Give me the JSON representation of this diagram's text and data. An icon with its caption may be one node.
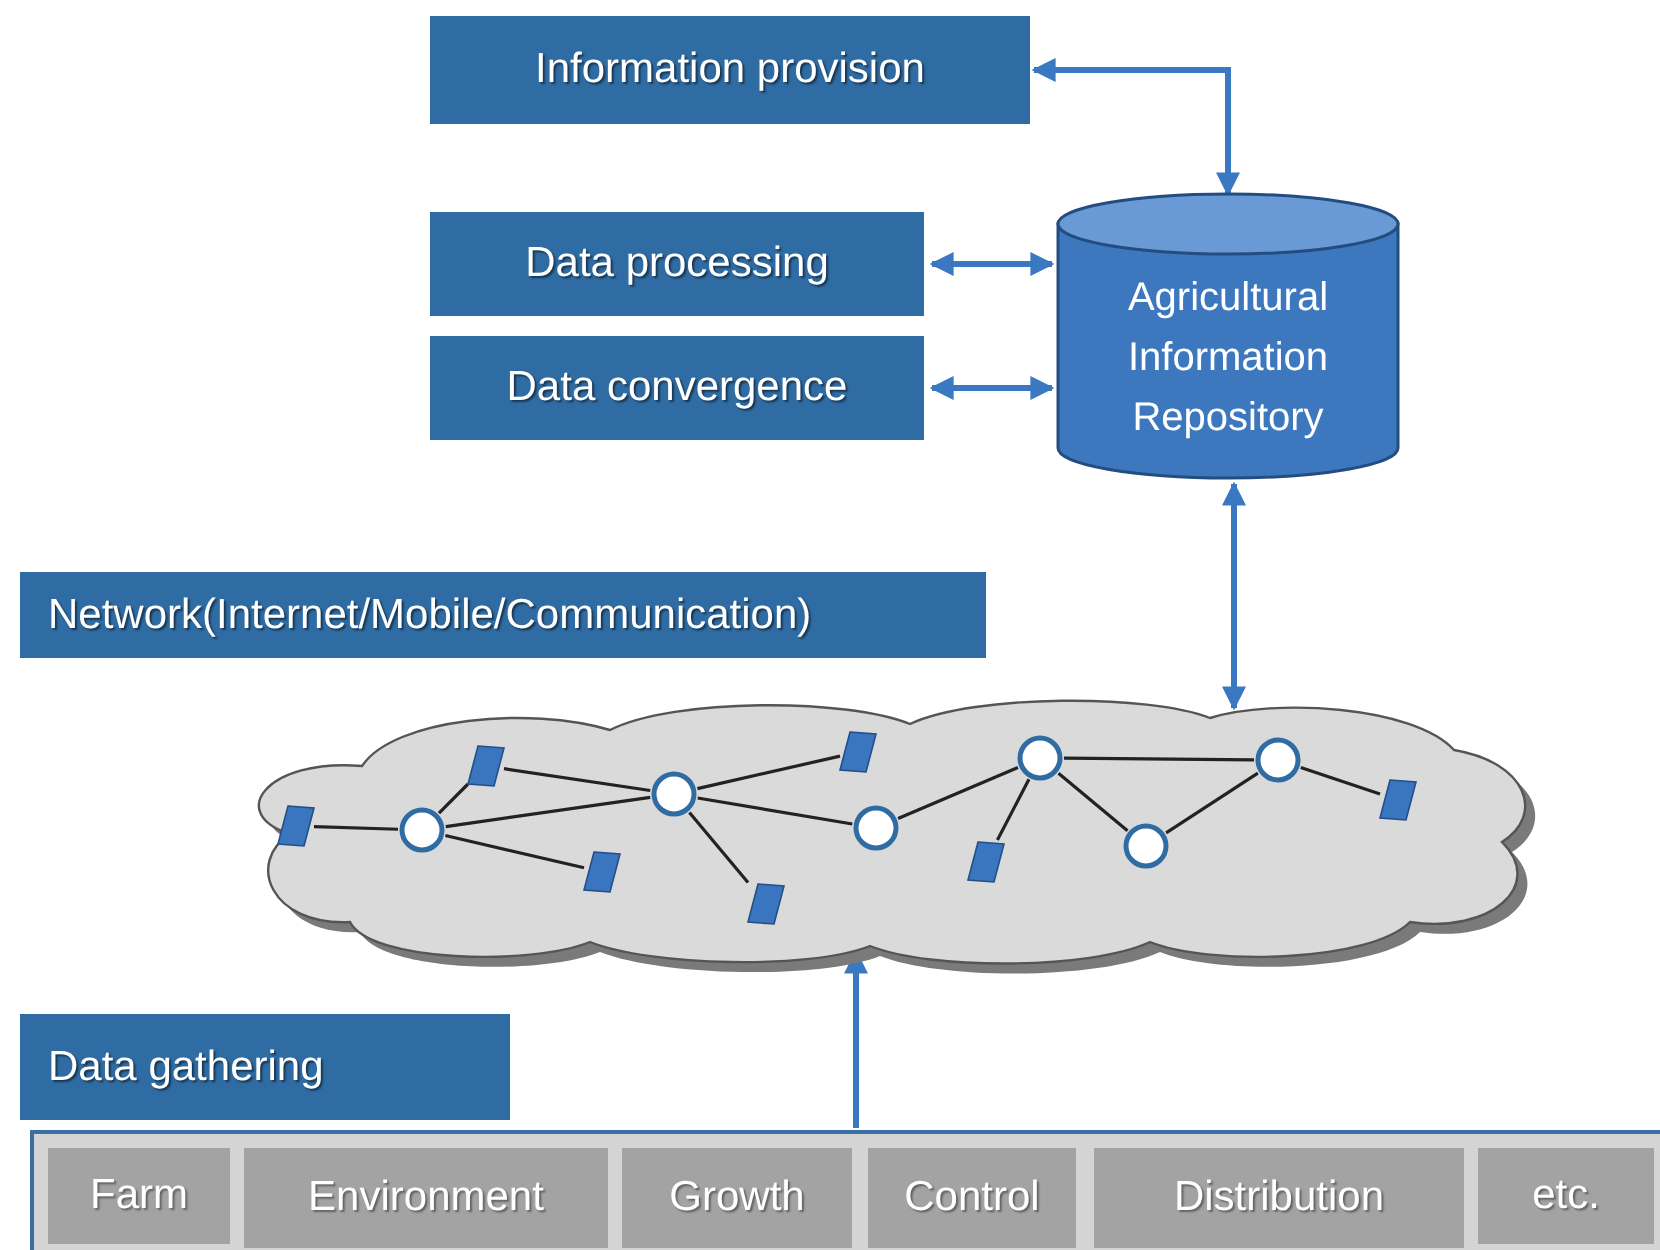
{
  "diagram": {
    "nodes": [
      {
        "text": [
          "Information provision"
        ]
      },
      {
        "text": [
          "Data processing"
        ]
      },
      {
        "text": [
          "Data convergence"
        ]
      },
      {
        "text": [
          "Agricultural Information Repository"
        ]
      },
      {
        "text": [
          "Network(Internet/Mobile/Communication)"
        ]
      },
      {
        "text": [],
        "shape": "cloud"
      },
      {
        "text": [],
        "shape": "box",
        "in": 5
      },
      {
        "text": [],
        "shape": "circle",
        "in": 5
      },
      {
        "text": [],
        "shape": "box",
        "in": 5
      },
      {
        "text": [],
        "shape": "box",
        "in": 5
      },
      {
        "text": [],
        "shape": "circle",
        "in": 5
      },
      {
        "text": [],
        "shape": "box",
        "in": 5
      },
      {
        "text": [],
        "shape": "box",
        "in": 5
      },
      {
        "text": [],
        "shape": "circle",
        "in": 5
      },
      {
        "text": [],
        "shape": "box",
        "in": 5
      },
      {
        "text": [],
        "shape": "circle",
        "in": 5
      },
      {
        "text": [],
        "shape": "circle",
        "in": 5
      },
      {
        "text": [],
        "shape": "circle",
        "in": 5
      },
      {
        "text": [],
        "shape": "box",
        "in": 5
      },
      {
        "text": [
          "Data gathering"
        ]
      },
      {
        "text": [],
        "shape": "box"
      },
      {
        "text": [
          "Farm"
        ],
        "in": 20
      },
      {
        "text": [
          "Environment"
        ],
        "in": 20
      },
      {
        "text": [
          "Growth"
        ],
        "in": 20
      },
      {
        "text": [
          "Control"
        ],
        "in": 20
      },
      {
        "text": [
          "Distribution"
        ],
        "in": 20
      },
      {
        "text": [
          "etc."
        ],
        "in": 20
      }
    ],
    "edges": [
      {
        "from": 0,
        "to": 3,
        "arrow": "both",
        "color": "#3a78c2"
      },
      {
        "from": 1,
        "to": 3,
        "arrow": "both",
        "color": "#3a78c2"
      },
      {
        "from": 2,
        "to": 3,
        "arrow": "both",
        "color": "#3a78c2"
      },
      {
        "from": 3,
        "to": 5,
        "arrow": "both",
        "color": "#3a78c2"
      },
      {
        "from": 20,
        "to": 5,
        "arrow": "to",
        "color": "#3a78c2"
      },
      {
        "from": 6,
        "to": 7,
        "arrow": "none"
      },
      {
        "from": 7,
        "to": 8,
        "arrow": "none"
      },
      {
        "from": 7,
        "to": 10,
        "arrow": "none"
      },
      {
        "from": 7,
        "to": 9,
        "arrow": "none"
      },
      {
        "from": 8,
        "to": 10,
        "arrow": "none"
      },
      {
        "from": 10,
        "to": 12,
        "arrow": "none"
      },
      {
        "from": 10,
        "to": 11,
        "arrow": "none"
      },
      {
        "from": 10,
        "to": 13,
        "arrow": "none"
      },
      {
        "from": 13,
        "to": 15,
        "arrow": "none"
      },
      {
        "from": 15,
        "to": 14,
        "arrow": "none"
      },
      {
        "from": 15,
        "to": 16,
        "arrow": "none"
      },
      {
        "from": 15,
        "to": 17,
        "arrow": "none"
      },
      {
        "from": 16,
        "to": 17,
        "arrow": "none"
      },
      {
        "from": 17,
        "to": 18,
        "arrow": "none"
      }
    ]
  }
}
